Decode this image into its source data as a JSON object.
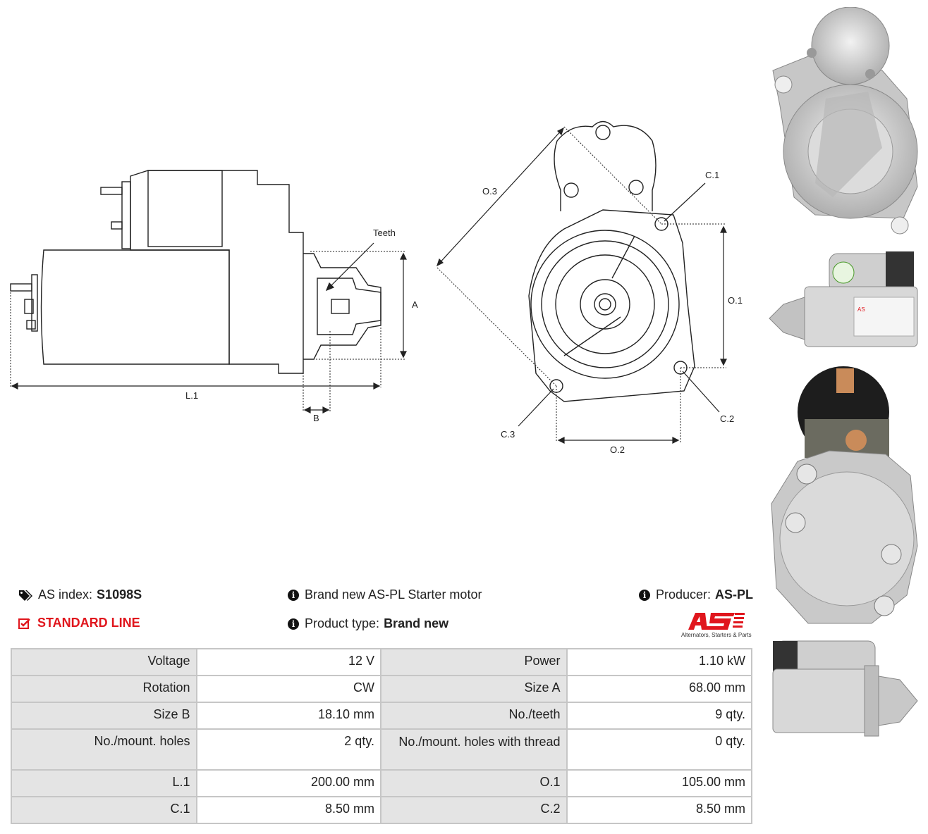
{
  "diagram": {
    "labels": {
      "teeth": "Teeth",
      "a": "A",
      "l1": "L.1",
      "b": "B",
      "o3": "O.3",
      "c1": "C.1",
      "o1": "O.1",
      "c2": "C.2",
      "c3": "C.3",
      "o2": "O.2"
    }
  },
  "photos": [
    {
      "icon": "starter-front-view"
    },
    {
      "icon": "starter-side-view-label"
    },
    {
      "icon": "starter-rear-view-solenoid"
    },
    {
      "icon": "starter-side-view"
    }
  ],
  "info": {
    "as_index_label": "AS index:",
    "as_index_value": "S1098S",
    "description": "Brand new AS-PL Starter motor",
    "producer_label": "Producer:",
    "producer_value": "AS-PL",
    "line": "STANDARD LINE",
    "product_type_label": "Product type:",
    "product_type_value": "Brand new",
    "logo_text": "AS",
    "logo_subtitle": "Alternators, Starters & Parts",
    "accent_color": "#e0161d"
  },
  "specs": [
    {
      "k1": "Voltage",
      "v1": "12 V",
      "k2": "Power",
      "v2": "1.10 kW"
    },
    {
      "k1": "Rotation",
      "v1": "CW",
      "k2": "Size A",
      "v2": "68.00 mm"
    },
    {
      "k1": "Size B",
      "v1": "18.10 mm",
      "k2": "No./teeth",
      "v2": "9 qty."
    },
    {
      "k1": "No./mount. holes",
      "v1": "2 qty.",
      "k2": "No./mount. holes with thread",
      "v2": "0 qty."
    },
    {
      "k1": "L.1",
      "v1": "200.00 mm",
      "k2": "O.1",
      "v2": "105.00 mm"
    },
    {
      "k1": "C.1",
      "v1": "8.50 mm",
      "k2": "C.2",
      "v2": "8.50 mm"
    }
  ]
}
